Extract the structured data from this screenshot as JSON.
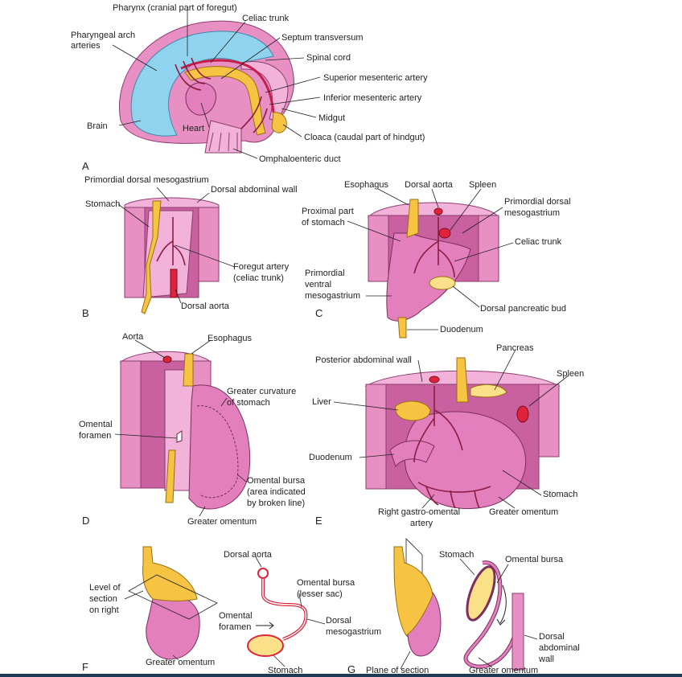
{
  "panels": {
    "A": {
      "letter": "A",
      "labels": {
        "pharynx": "Pharynx (cranial part of foregut)",
        "celiac_trunk": "Celiac trunk",
        "pharyngeal_arch": "Pharyngeal arch",
        "arteries": "arteries",
        "septum": "Septum transversum",
        "spinal_cord": "Spinal cord",
        "sma": "Superior mesenteric artery",
        "ima": "Inferior mesenteric artery",
        "midgut": "Midgut",
        "brain": "Brain",
        "heart": "Heart",
        "cloaca": "Cloaca (caudal part of hindgut)",
        "omphaloenteric": "Omphaloenteric duct"
      }
    },
    "B": {
      "letter": "B",
      "labels": {
        "prim_dorsal_meso": "Primordial dorsal mesogastrium",
        "dorsal_abd_wall": "Dorsal abdominal wall",
        "stomach": "Stomach",
        "foregut_artery_1": "Foregut artery",
        "foregut_artery_2": "(celiac trunk)",
        "dorsal_aorta": "Dorsal aorta"
      }
    },
    "C": {
      "letter": "C",
      "labels": {
        "esophagus": "Esophagus",
        "dorsal_aorta": "Dorsal aorta",
        "spleen": "Spleen",
        "prim_dorsal_1": "Primordial dorsal",
        "prim_dorsal_2": "mesogastrium",
        "proximal_1": "Proximal part",
        "proximal_2": "of stomach",
        "celiac_trunk": "Celiac trunk",
        "prim_ventral_1": "Primordial",
        "prim_ventral_2": "ventral",
        "prim_ventral_3": "mesogastrium",
        "dorsal_pancreatic_bud": "Dorsal pancreatic bud",
        "duodenum": "Duodenum"
      }
    },
    "D": {
      "letter": "D",
      "labels": {
        "aorta": "Aorta",
        "esophagus": "Esophagus",
        "greater_curv_1": "Greater curvature",
        "greater_curv_2": "of stomach",
        "omental_foramen_1": "Omental",
        "omental_foramen_2": "foramen",
        "omental_bursa_1": "Omental bursa",
        "omental_bursa_2": "(area indicated",
        "omental_bursa_3": "by broken line)",
        "greater_omentum": "Greater omentum"
      }
    },
    "E": {
      "letter": "E",
      "labels": {
        "pancreas": "Pancreas",
        "posterior_wall": "Posterior abdominal wall",
        "spleen": "Spleen",
        "liver": "Liver",
        "duodenum": "Duodenum",
        "stomach": "Stomach",
        "right_gastro_1": "Right gastro-omental",
        "right_gastro_2": "artery",
        "greater_omentum": "Greater omentum"
      }
    },
    "F": {
      "letter": "F",
      "labels": {
        "level_1": "Level of",
        "level_2": "section",
        "level_3": "on right",
        "greater_omentum": "Greater omentum",
        "dorsal_aorta": "Dorsal aorta",
        "omental_bursa_1": "Omental bursa",
        "omental_bursa_2": "(lesser sac)",
        "omental_foramen_1": "Omental",
        "omental_foramen_2": "foramen",
        "dorsal_meso_1": "Dorsal",
        "dorsal_meso_2": "mesogastrium",
        "stomach": "Stomach"
      }
    },
    "G": {
      "letter": "G",
      "labels": {
        "plane": "Plane of section",
        "stomach": "Stomach",
        "omental_bursa": "Omental bursa",
        "dorsal_abd_1": "Dorsal",
        "dorsal_abd_2": "abdominal",
        "dorsal_abd_3": "wall",
        "greater_omentum": "Greater omentum"
      }
    }
  },
  "colors": {
    "tissue_pink": "#e88fc4",
    "organ_pink": "#e47fbd",
    "yellow": "#f6c343",
    "artery_red": "#e0233a",
    "brain_blue": "#8fd3ee"
  }
}
